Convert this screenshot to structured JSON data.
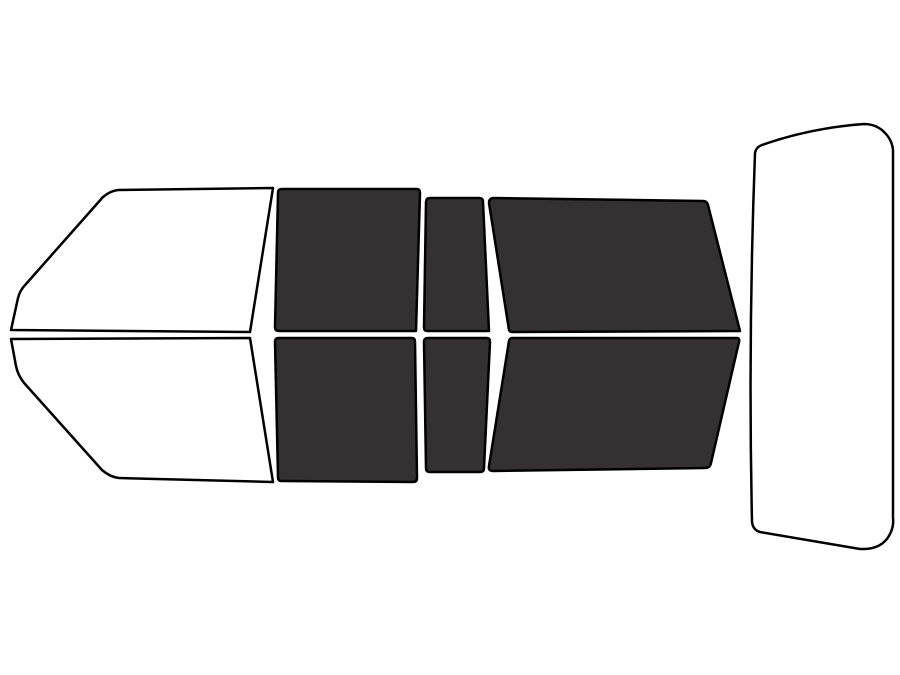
{
  "colors": {
    "background": "#ffffff",
    "outline": "#000000",
    "tinted": "#333132",
    "clear": "#ffffff"
  },
  "windows": [
    {
      "name": "front-left-windshield-half",
      "tint": "clear"
    },
    {
      "name": "front-right-windshield-half",
      "tint": "clear"
    },
    {
      "name": "front-door-window-left",
      "tint": "tinted"
    },
    {
      "name": "front-door-window-right",
      "tint": "tinted"
    },
    {
      "name": "rear-door-window-left",
      "tint": "tinted"
    },
    {
      "name": "rear-door-window-right",
      "tint": "tinted"
    },
    {
      "name": "rear-quarter-window-left",
      "tint": "tinted"
    },
    {
      "name": "rear-quarter-window-right",
      "tint": "tinted"
    },
    {
      "name": "back-window",
      "tint": "clear"
    }
  ]
}
